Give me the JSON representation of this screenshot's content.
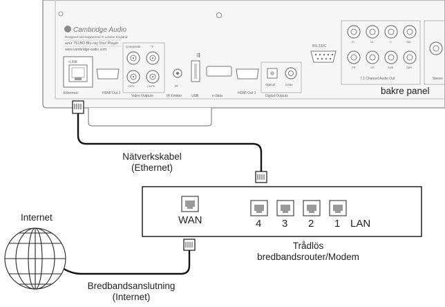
{
  "panel": {
    "brand": "Cambridge Audio",
    "tagline": "Designed and engineered in London England",
    "model": "azur 751BD Blu-ray Disc Player",
    "website": "www.cambridge-audio.com",
    "ports": {
      "ethernet": "Ethernet",
      "hdmi2": "HDMI Out 2",
      "video_outputs": "Video Outputs",
      "ir_emitter": "IR Emitter",
      "usb": "USB",
      "esata": "e-Sata",
      "hdmi1": "HDMI Out 1",
      "digital_outputs": "Digital Outputs",
      "optical": "Optical",
      "coax": "Coax",
      "rs232": "RS-232C",
      "audio_out": "7.1 Channel Audio Out",
      "stereo": "Stereo",
      "composite": "Composite",
      "cvbs_y": "Y",
      "cr_pr": "Cr/Pr",
      "cb_pb": "Cb/Pb",
      "ir": "IR",
      "fl": "FL",
      "fr": "FR",
      "sl": "SL",
      "sr": "SR",
      "c": "C",
      "sub": "SUB",
      "sbl": "SBL",
      "sbr": "SBR"
    }
  },
  "labels": {
    "rear_panel": "bakre panel",
    "network_cable_line1": "Nätverkskabel",
    "network_cable_line2": "(Ethernet)",
    "internet": "Internet",
    "router_line1": "Trådlös",
    "router_line2": "bredbandsrouter/Modem",
    "broadband_line1": "Bredbandsanslutning",
    "broadband_line2": "(Internet)"
  },
  "router": {
    "wan_label": "WAN",
    "lan_label": "LAN",
    "lan_ports": [
      "4",
      "3",
      "2",
      "1"
    ]
  }
}
